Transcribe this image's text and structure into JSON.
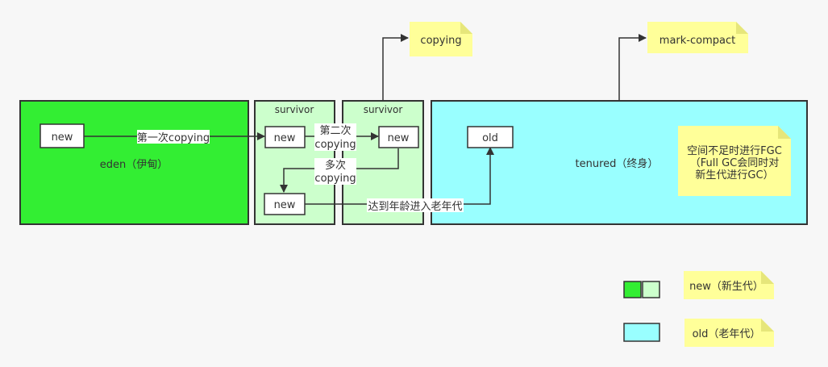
{
  "colors": {
    "eden": "#33ee33",
    "survivor": "#ccffcc",
    "tenured": "#99ffff",
    "note": "#ffff99",
    "note_fold": "#e6e67a",
    "stroke": "#333333",
    "box": "#ffffff"
  },
  "notes": {
    "copying": "copying",
    "mark_compact": "mark-compact",
    "fgc": [
      "空间不足时进行FGC",
      "（Full GC会同时对",
      "新生代进行GC）"
    ]
  },
  "regions": {
    "eden": "eden（伊甸）",
    "survivor1": "survivor",
    "survivor2": "survivor",
    "tenured": "tenured（终身）"
  },
  "objects": {
    "eden_new": "new",
    "s1_new": "new",
    "s2_new": "new",
    "s1_new_bottom": "new",
    "old": "old"
  },
  "arrows": {
    "first_copy": "第一次copying",
    "second_copy": [
      "第二次",
      "copying"
    ],
    "multi_copy": [
      "多次",
      "copying"
    ],
    "promote": "达到年龄进入老年代"
  },
  "legend": {
    "new_label": "new（新生代）",
    "old_label": "old（老年代）"
  }
}
